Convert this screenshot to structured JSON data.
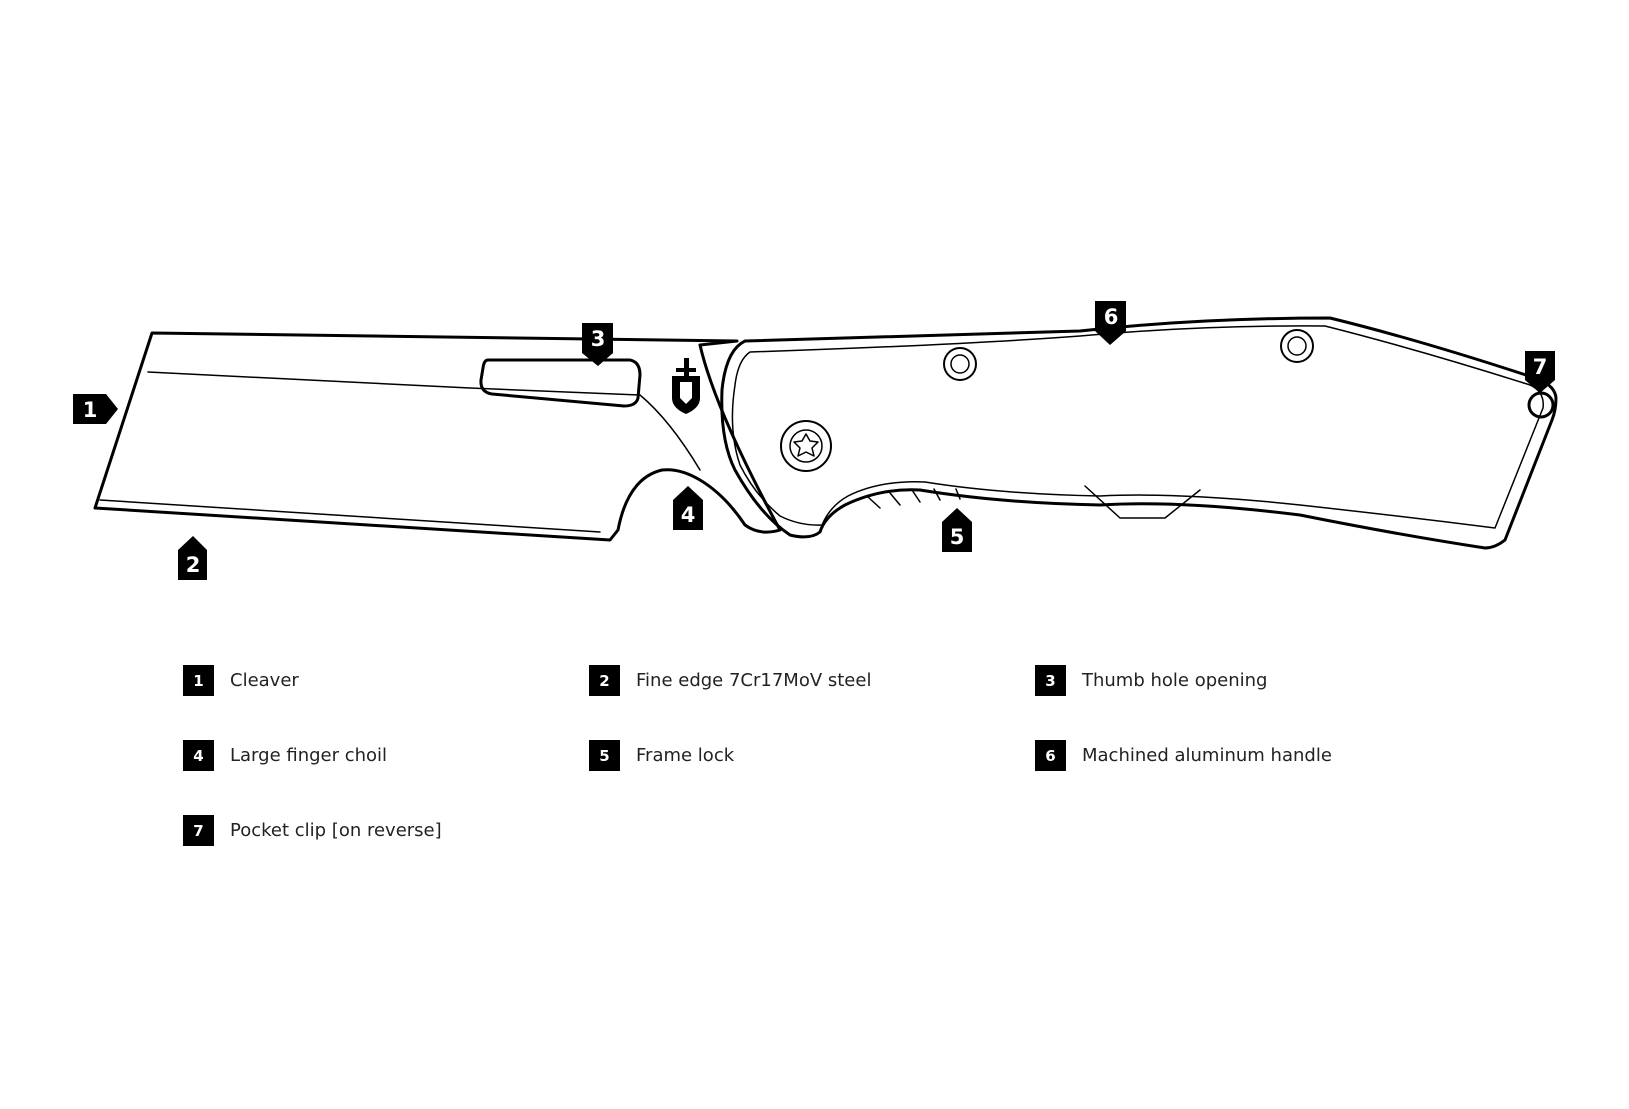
{
  "diagram": {
    "callouts": [
      {
        "number": "1",
        "text": "Cleaver"
      },
      {
        "number": "2",
        "text": "Fine edge 7Cr17MoV steel"
      },
      {
        "number": "3",
        "text": "Thumb hole opening"
      },
      {
        "number": "4",
        "text": "Large finger choil"
      },
      {
        "number": "5",
        "text": "Frame lock"
      },
      {
        "number": "6",
        "text": "Machined aluminum handle"
      },
      {
        "number": "7",
        "text": "Pocket clip [on reverse]"
      }
    ],
    "colors": {
      "line": "#000000",
      "background": "#ffffff",
      "badge": "#000000",
      "badge_text": "#ffffff"
    }
  }
}
